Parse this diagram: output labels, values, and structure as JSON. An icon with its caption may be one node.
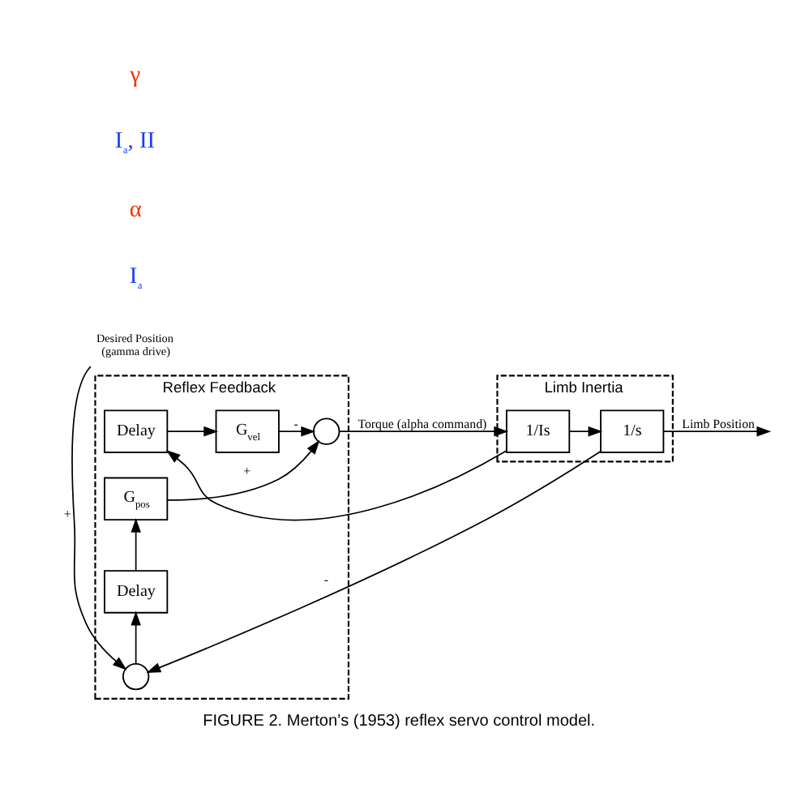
{
  "diagram": {
    "caption": "FIGURE 2. Merton’s (1953) reflex servo control model.",
    "nodes": [
      {
        "text": [
          "Reflex Feedback"
        ]
      },
      {
        "text": [
          "Delay"
        ],
        "in": 0
      },
      {
        "text": [
          "G$_{vel}$"
        ],
        "in": 0
      },
      {
        "text": [],
        "shape": "circle",
        "in": 0
      },
      {
        "text": [
          "G$_{pos}$"
        ],
        "in": 0
      },
      {
        "text": [
          "Delay"
        ],
        "in": 0
      },
      {
        "text": [],
        "shape": "circle",
        "in": 0
      },
      {
        "text": [
          "Limb Inertia"
        ]
      },
      {
        "text": [
          "1/Is"
        ],
        "in": 7
      },
      {
        "text": [
          "1/s"
        ],
        "in": 7
      },
      {
        "text": [
          "Desired Position",
          "(gamma drive)"
        ]
      }
    ],
    "edges": [
      {
        "from": 10,
        "to": 6,
        "arrow": "to",
        "label": "+"
      },
      {
        "from": 6,
        "to": 5,
        "arrow": "to"
      },
      {
        "from": 5,
        "to": 4,
        "arrow": "to"
      },
      {
        "from": 4,
        "to": 3,
        "arrow": "to",
        "label": "+"
      },
      {
        "from": 1,
        "to": 2,
        "arrow": "to"
      },
      {
        "from": 2,
        "to": 3,
        "arrow": "to",
        "label": "-"
      },
      {
        "from": 3,
        "to": 8,
        "arrow": "to",
        "label": "Torque (alpha command)"
      },
      {
        "from": 8,
        "to": 9,
        "arrow": "to"
      },
      {
        "from": 8,
        "to": 1,
        "arrow": "to"
      },
      {
        "from": 9,
        "to": null,
        "arrow": "to",
        "label": "Limb Position"
      },
      {
        "from": 9,
        "to": 6,
        "arrow": "to",
        "label": "-"
      }
    ],
    "labels": [
      "I$_{a}$",
      "α",
      "I$_{a}$, II",
      "γ"
    ]
  }
}
